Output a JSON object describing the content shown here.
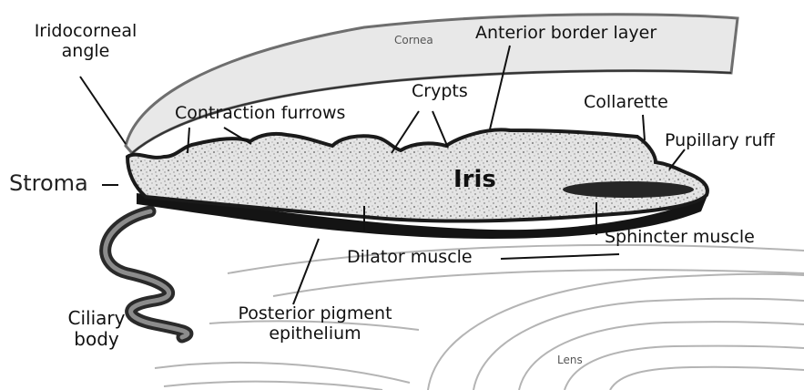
{
  "labels": {
    "iridocorneal_angle": "Iridocorneal\nangle",
    "cornea": "Cornea",
    "anterior_border_layer": "Anterior border layer",
    "crypts": "Crypts",
    "contraction_furrows": "Contraction furrows",
    "collarette": "Collarette",
    "pupillary_ruff": "Pupillary ruff",
    "stroma": "Stroma",
    "iris": "Iris",
    "sphincter_muscle": "Sphincter muscle",
    "dilator_muscle": "Dilator muscle",
    "ciliary_body": "Ciliary\nbody",
    "posterior_pigment_epithelium": "Posterior pigment\nepithelium",
    "lens": "Lens"
  }
}
